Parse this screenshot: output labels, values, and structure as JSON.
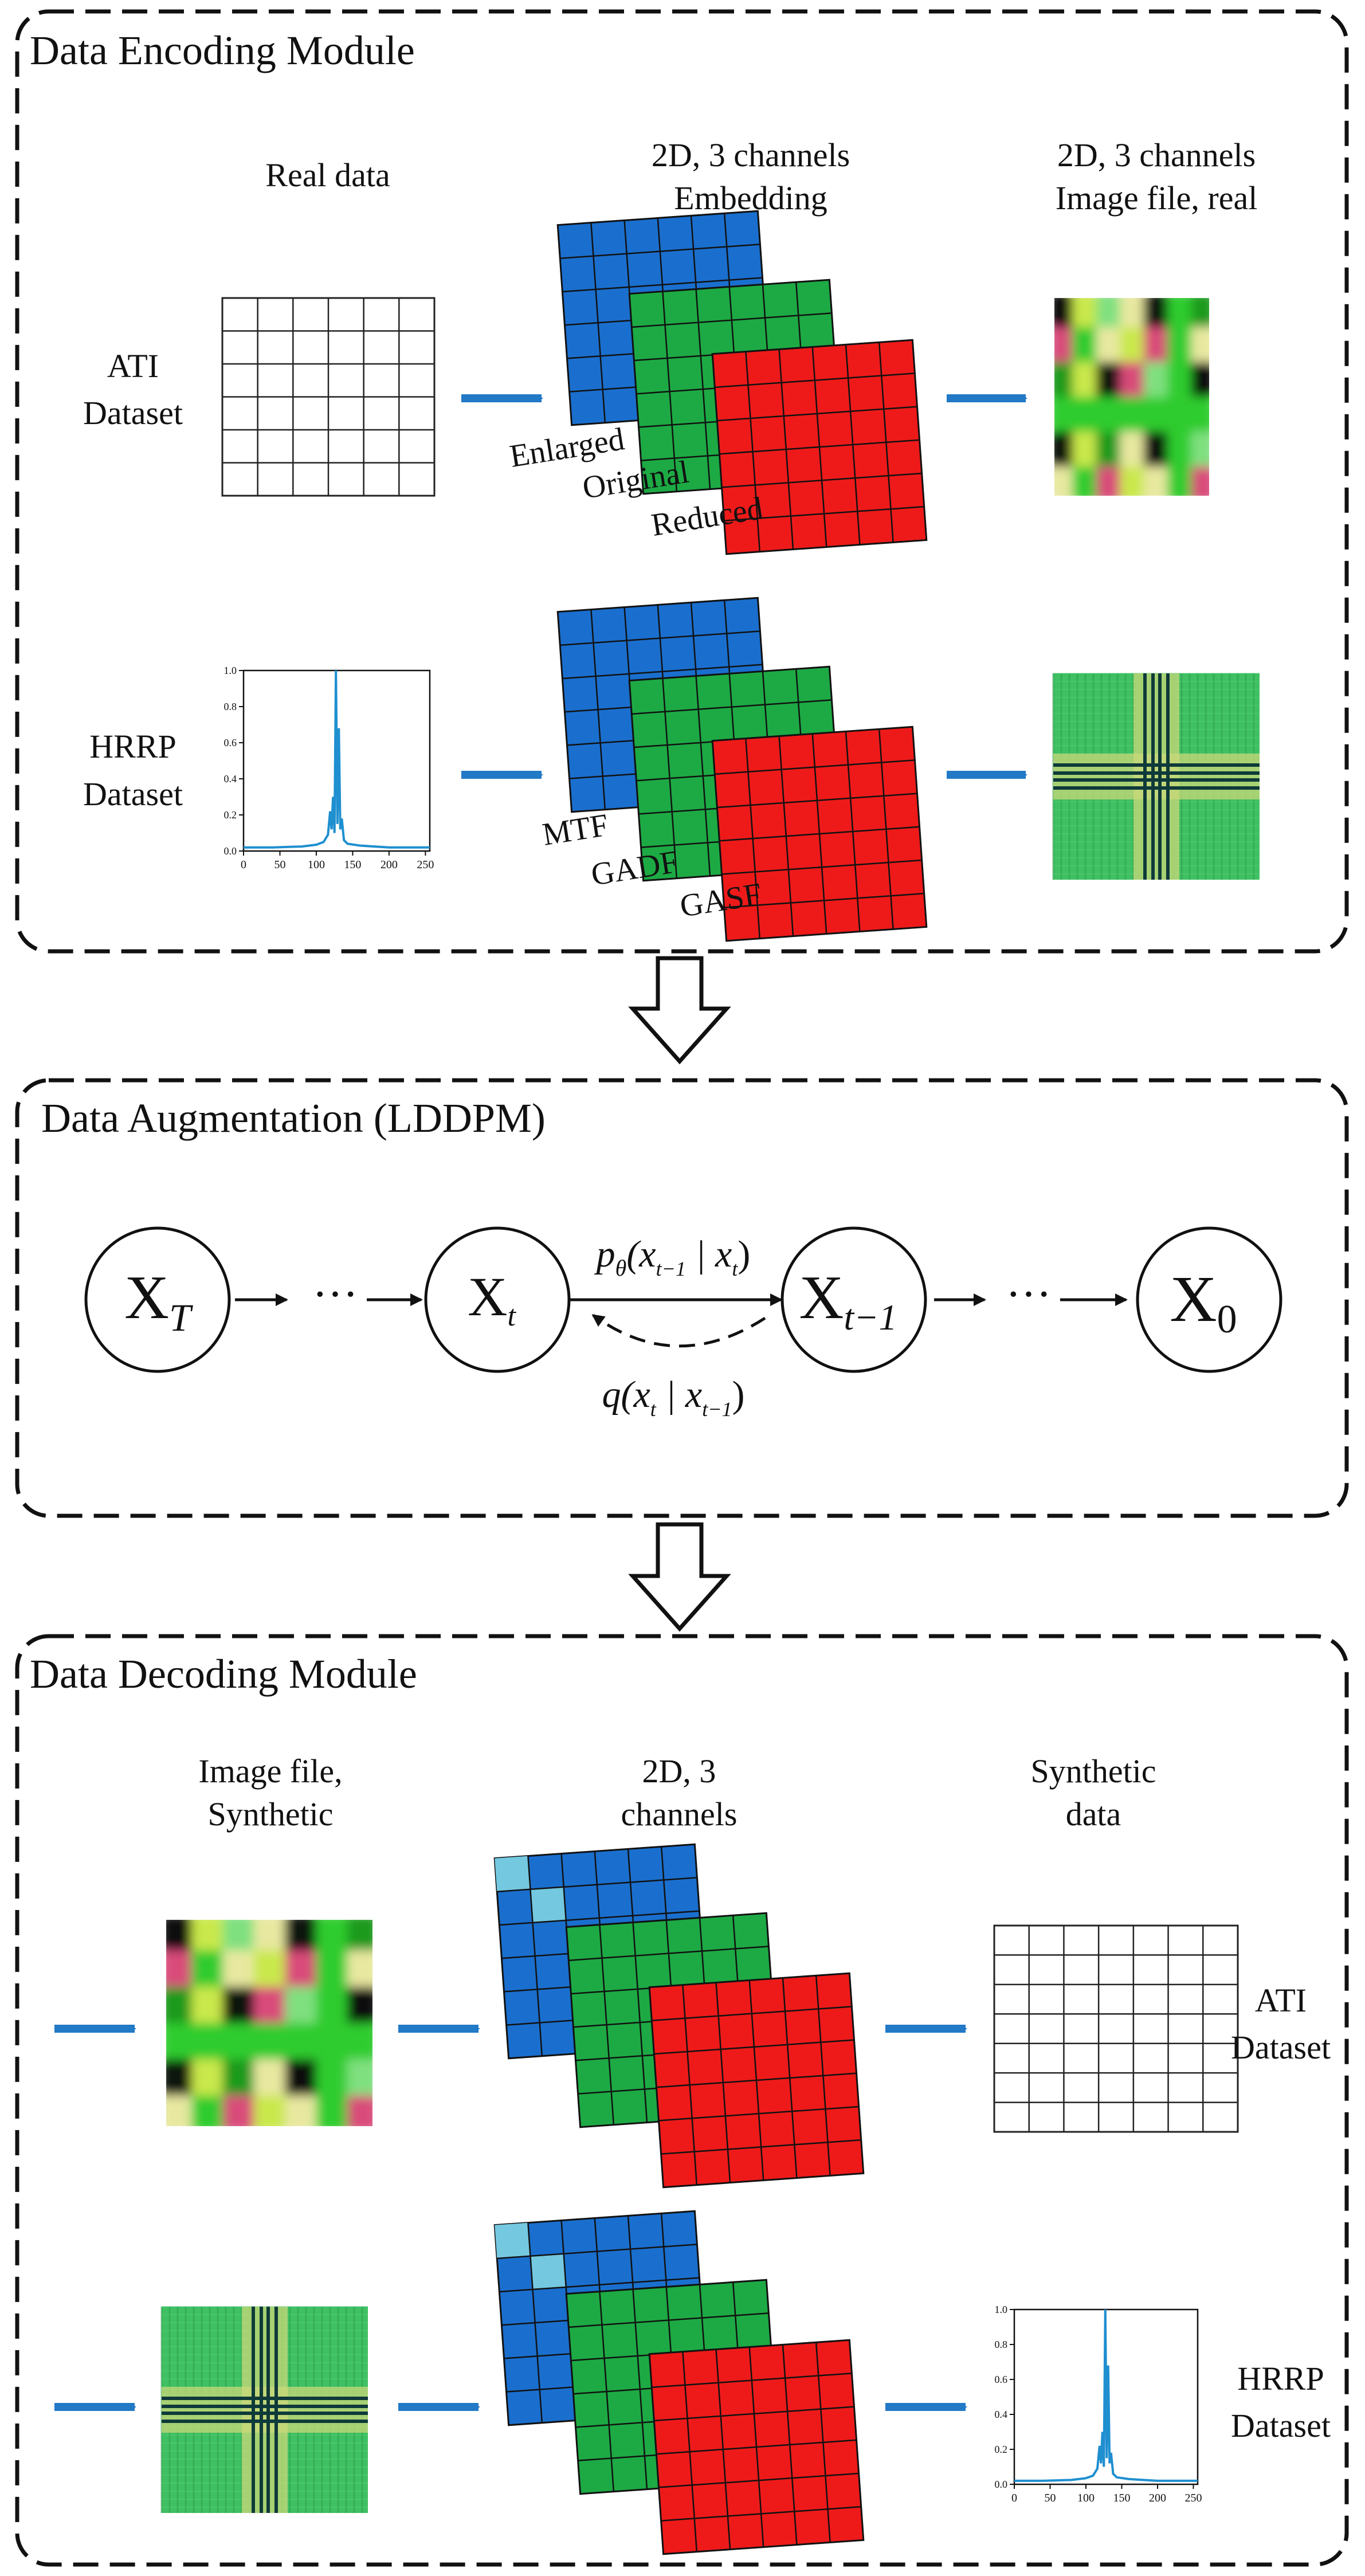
{
  "encoding": {
    "title": "Data Encoding Module",
    "col_real": "Real data",
    "col_embed_1": "2D, 3 channels",
    "col_embed_2": "Embedding",
    "col_image_1": "2D, 3 channels",
    "col_image_2": "Image file, real",
    "ati_label_1": "ATI",
    "ati_label_2": "Dataset",
    "ati_layers": [
      "Enlarged",
      "Original",
      "Reduced"
    ],
    "hrrp_label_1": "HRRP",
    "hrrp_label_2": "Dataset",
    "hrrp_layers": [
      "MTF",
      "GADF",
      "GASF"
    ]
  },
  "augmentation": {
    "title": "Data Augmentation (LDDPM)",
    "nodes": [
      {
        "main": "X",
        "sub": "T"
      },
      {
        "main": "X",
        "sub": "t"
      },
      {
        "main": "X",
        "sub": "t−1"
      },
      {
        "main": "X",
        "sub": "0"
      }
    ],
    "ellipsis": "···",
    "reverse": {
      "a": "p",
      "b": "θ",
      "c": "(x",
      "d": "t−1",
      "e": " | x",
      "f": "t",
      "g": ")"
    },
    "forward": {
      "a": "q(x",
      "b": "t",
      "c": " | x",
      "d": "t−1",
      "e": ")"
    }
  },
  "decoding": {
    "title": "Data Decoding Module",
    "col_image_1": "Image file,",
    "col_image_2": "Synthetic",
    "col_channels_1": "2D, 3",
    "col_channels_2": "channels",
    "col_synth_1": "Synthetic",
    "col_synth_2": "data",
    "ati_label_1": "ATI",
    "ati_label_2": "Dataset",
    "hrrp_label_1": "HRRP",
    "hrrp_label_2": "Dataset"
  },
  "hrrp_plot": {
    "type": "line",
    "x_ticks": [
      "0",
      "50",
      "100",
      "150",
      "200",
      "250"
    ],
    "y_ticks": [
      "0.0",
      "0.2",
      "0.4",
      "0.6",
      "0.8",
      "1.0"
    ],
    "xlim": [
      0,
      256
    ],
    "ylim": [
      0,
      1.0
    ],
    "points": [
      [
        0,
        0.02
      ],
      [
        40,
        0.02
      ],
      [
        80,
        0.025
      ],
      [
        100,
        0.035
      ],
      [
        110,
        0.05
      ],
      [
        116,
        0.09
      ],
      [
        119,
        0.22
      ],
      [
        121,
        0.12
      ],
      [
        123,
        0.3
      ],
      [
        125,
        0.1
      ],
      [
        127,
        1.0
      ],
      [
        129,
        0.15
      ],
      [
        131,
        0.68
      ],
      [
        133,
        0.12
      ],
      [
        135,
        0.18
      ],
      [
        138,
        0.06
      ],
      [
        143,
        0.04
      ],
      [
        160,
        0.03
      ],
      [
        200,
        0.02
      ],
      [
        256,
        0.02
      ]
    ]
  },
  "colors": {
    "blue": "#1a6fce",
    "green": "#1daa44",
    "red": "#ee1a1a",
    "arrow": "#2279c6",
    "curve": "#1f8fd0"
  }
}
